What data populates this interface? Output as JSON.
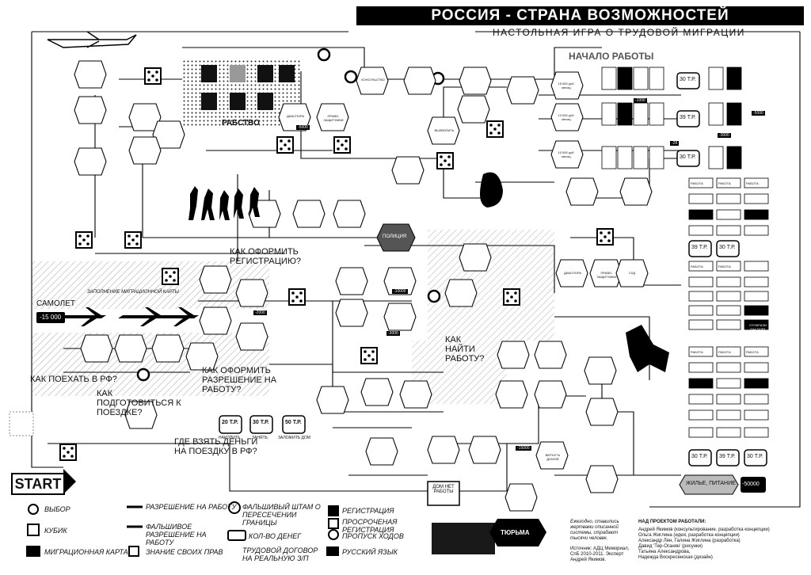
{
  "title": "РОССИЯ - СТРАНА ВОЗМОЖНОСТЕЙ",
  "subtitle": "НАСТОЛЬНАЯ ИГРА О ТРУДОВОЙ МИГРАЦИИ",
  "start_label": "START",
  "start_work": "НАЧАЛО РАБОТЫ",
  "slavery": "РАБСТВО",
  "plane_label": "САМОЛЕТ",
  "plane_cost": "-15 000",
  "police": "ПОЛИЦИЯ",
  "prison": "ТЮРЬМА",
  "home": "ДОМ НЕТ РАБОТЫ",
  "housing": "ЖИЛЬЕ, ПИТАНИЕ",
  "housing_cost": "-50000",
  "questions": {
    "registration": "КАК ОФОРМИТЬ РЕГИСТРАЦИЮ?",
    "permit": "КАК ОФОРМИТЬ РАЗРЕШЕНИЕ НА РАБОТУ?",
    "find_work": "КАК НАЙТИ РАБОТУ?",
    "go_to_rf": "КАК ПОЕХАТЬ В РФ?",
    "prepare": "КАК ПОДГОТОВИТЬСЯ К ПОЕЗДКЕ?",
    "money": "ГДЕ ВЗЯТЬ ДЕНЬГИ НА ПОЕЗДКУ В РФ?"
  },
  "migration_card": "ЗАПОЛНЕНИЕ МИГРАЦИОННОЙ КАРТЫ",
  "money_options": [
    {
      "amount": "20 Т.Р.",
      "label": "НАКОПИТЬ"
    },
    {
      "amount": "30 Т.Р.",
      "label": "ЗАНЯТЬ"
    },
    {
      "amount": "50 Т.Р.",
      "label": "ЗАЛОЖИТЬ ДОМ"
    }
  ],
  "work_label": "РАБОТА",
  "salary_badges": [
    "30 Т.Р.",
    "39 Т.Р.",
    "30 Т.Р.",
    "39 Т.Р.",
    "30 Т.Р.",
    "30 Т.Р.",
    "39 Т.Р.",
    "30 Т.Р."
  ],
  "salary_top": [
    "15 000 руб. месяц",
    "13 000 руб. месяц",
    "10 000 руб. месяц"
  ],
  "penalties": [
    "-1000",
    "-2К",
    "-3000",
    "-5000",
    "-2000",
    "-3000",
    "-5000",
    "-10000",
    "-15000"
  ],
  "hex_labels": [
    "ДИАСПОРА",
    "ПРАВО-ЗАЩИТНИКИ",
    "СХД",
    "КОНСУЛЬСТВО",
    "ВЫЗВОЛИТЬ",
    "ДИАСПОРА",
    "ПРАВО-ЗАЩИТНИКИ",
    "ОТОБРАЛИ ПАСПОРТ",
    "ВЕРНУТЬ ДОМОЙ"
  ],
  "legend": [
    {
      "icon": "circle",
      "text": "ВЫБОР"
    },
    {
      "icon": "dice",
      "text": "КУБИК"
    },
    {
      "icon": "mk",
      "text": "МИГРАЦИОННАЯ КАРТА"
    },
    {
      "icon": "rnr",
      "text": "РАЗРЕШЕНИЕ НА РАБОТУ"
    },
    {
      "icon": "rnr-fake",
      "text": "ФАЛЬШИВОЕ РАЗРЕШЕНИЕ НА РАБОТУ"
    },
    {
      "icon": "p",
      "text": "ЗНАНИЕ СВОИХ ПРАВ"
    },
    {
      "icon": "stamp",
      "text": "ФАЛЬШИВЫЙ ШТАМ О ПЕРЕСЕЧЕНИИ ГРАНИЦЫ"
    },
    {
      "icon": "money",
      "text": "КОЛ-ВО ДЕНЕГ"
    },
    {
      "icon": "contract",
      "text": "ТРУДОВОЙ ДОГОВОР НА РЕАЛЬНУЮ З/П"
    },
    {
      "icon": "reg",
      "text": "РЕГИСТРАЦИЯ"
    },
    {
      "icon": "reg-expired",
      "text": "ПРОСРОЧЕНАЯ РЕГИСТРАЦИЯ"
    },
    {
      "icon": "skip",
      "text": "ПРОПУСК ХОДОВ"
    },
    {
      "icon": "lang",
      "text": "РУССКИЙ ЯЗЫК"
    }
  ],
  "credits_left": "Ежегодно, ставились жертвами описанной системы, страдают тысячи человек.",
  "credits_source": "Источник: АДЦ Мемориал, СпБ 2010-2011. Эксперт Андрей Якимов.",
  "credits_title": "НАД ПРОЕКТОМ РАБОТАЛИ:",
  "credits": [
    "Андрей Якимов (консультирование, разработка концепции)",
    "Ольга Жиглина (идея, разработка концепции)",
    "Александр Лен, Галина Жиглина (разработка)",
    "Давид 'Тер-Оганян' (рисунки)",
    "Татьяна Александрова,",
    "Надежда Воскресенская (дизайн)"
  ]
}
